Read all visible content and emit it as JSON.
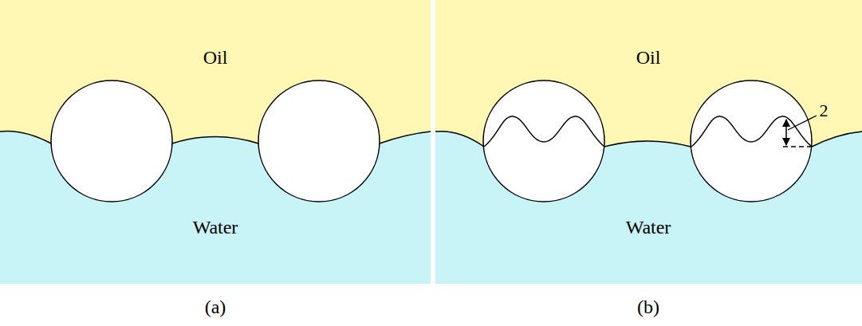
{
  "diagram": {
    "labels": [
      "Oil",
      "Water",
      "(a)",
      "Oil",
      "Water",
      "(b)",
      "2"
    ]
  }
}
